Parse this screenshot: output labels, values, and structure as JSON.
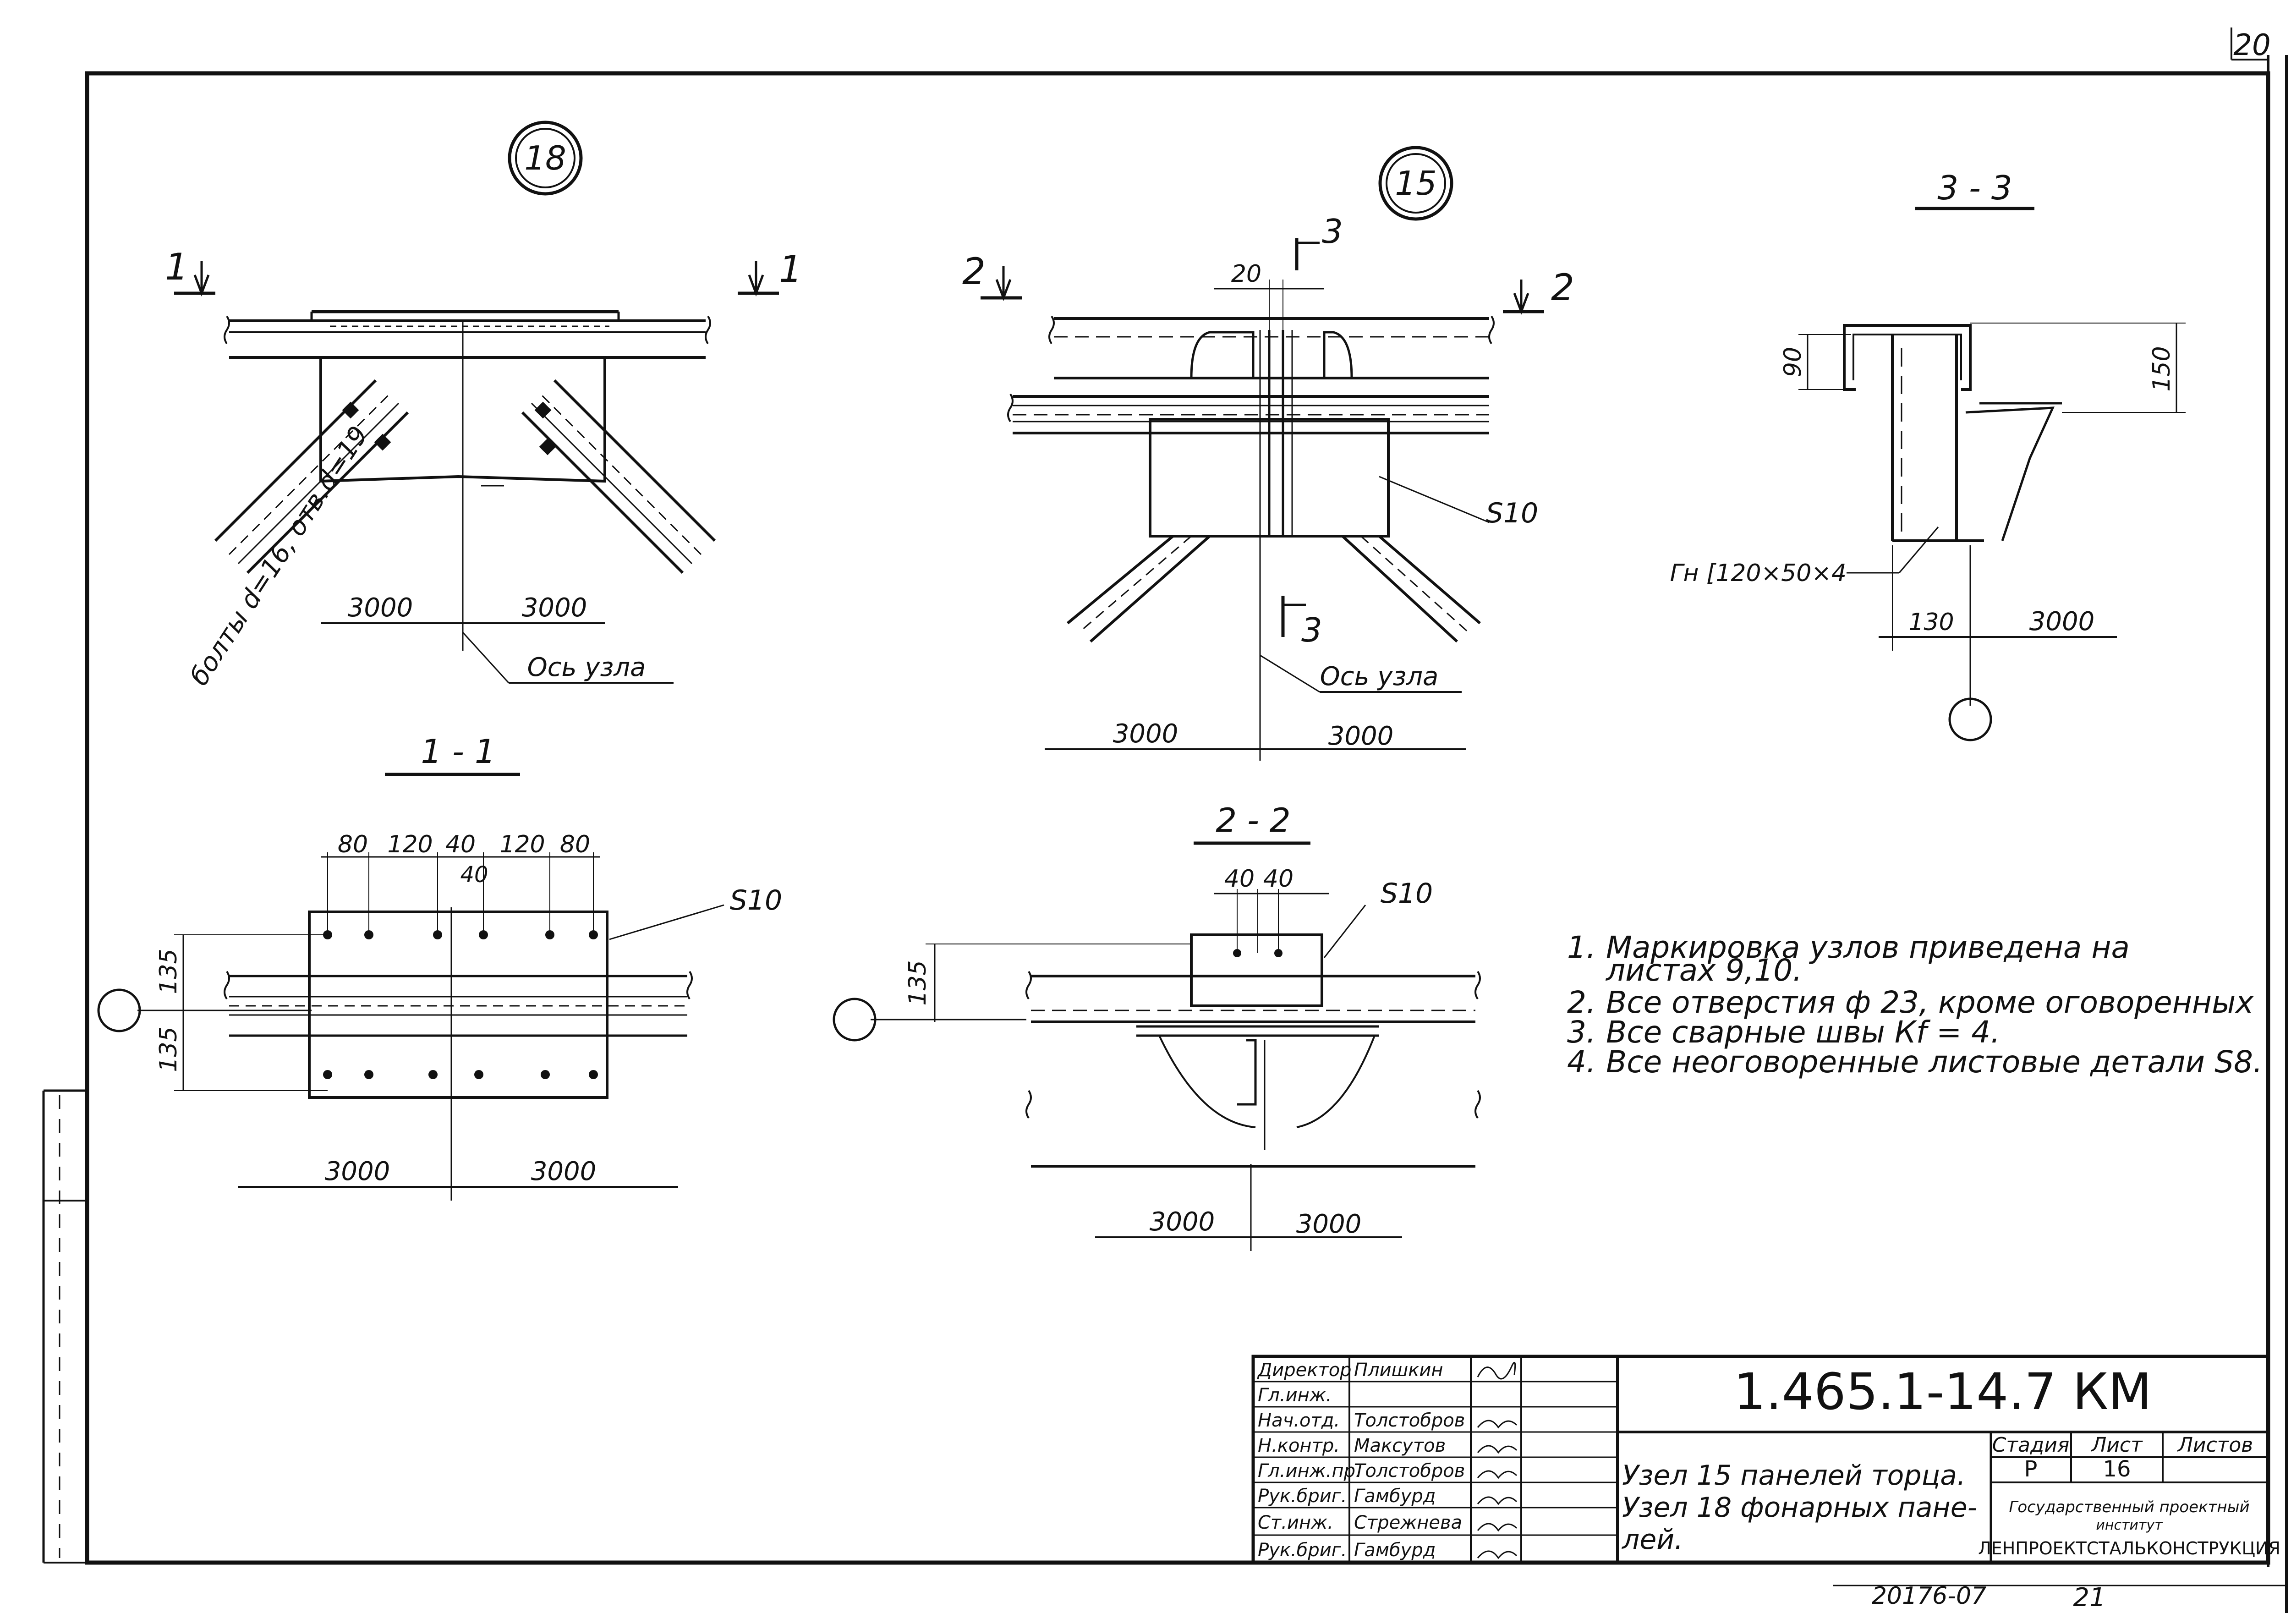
{
  "sheet_corner_number": "20",
  "bottom_code": "20176-07",
  "bottom_page": "21",
  "node_18": {
    "marker": "18",
    "cut_left": "1",
    "cut_right": "1",
    "bolts_note": "болты d=16, отв.d=19",
    "dim_left": "3000",
    "dim_right": "3000",
    "axis_label": "Ось узла"
  },
  "node_15": {
    "marker": "15",
    "cut_left": "2",
    "cut_right": "2",
    "section_top": "3",
    "section_bottom": "3",
    "dim_top": "20",
    "plate_label": "S10",
    "dim_left": "3000",
    "dim_right": "3000",
    "axis_label": "Ось узла"
  },
  "section_3_3": {
    "title": "3 - 3",
    "dim_left": "90",
    "dim_right": "150",
    "profile_label": "Гн [120×50×4",
    "dim_bottom_left": "130",
    "dim_bottom_right": "3000"
  },
  "section_1_1": {
    "title": "1 - 1",
    "top_dims": [
      "80",
      "120",
      "40",
      "120",
      "80"
    ],
    "inner_dim": "40",
    "plate_label": "S10",
    "dim_upper": "135",
    "dim_lower": "135",
    "dim_left": "3000",
    "dim_right": "3000"
  },
  "section_2_2": {
    "title": "2 - 2",
    "top_dims": [
      "40",
      "40"
    ],
    "plate_label": "S10",
    "dim_side": "135",
    "dim_left": "3000",
    "dim_right": "3000"
  },
  "notes": [
    {
      "num": "1.",
      "text": "Маркировка узлов приведена на"
    },
    {
      "num": "",
      "text": "листах 9,10."
    },
    {
      "num": "2.",
      "text": "Все отверстия ф 23, кроме оговоренных"
    },
    {
      "num": "3.",
      "text": "Все сварные швы Кf = 4."
    },
    {
      "num": "4.",
      "text": "Все неоговоренные листовые детали S8."
    }
  ],
  "title_block": {
    "signatures": [
      {
        "role": "Директор",
        "name": "Плишкин"
      },
      {
        "role": "Гл.инж.",
        "name": ""
      },
      {
        "role": "Нач.отд.",
        "name": "Толстобров"
      },
      {
        "role": "Н.контр.",
        "name": "Максутов"
      },
      {
        "role": "Гл.инж.пр.",
        "name": "Толстобров"
      },
      {
        "role": "Рук.бриг.",
        "name": "Гамбурд"
      },
      {
        "role": "Ст.инж.",
        "name": "Стрежнева"
      },
      {
        "role": "Рук.бриг.",
        "name": "Гамбурд"
      }
    ],
    "doc_code": "1.465.1-14.7 КМ",
    "description": [
      "Узел 15 панелей торца.",
      "Узел 18 фонарных пане-",
      "лей."
    ],
    "stage_header": "Стадия",
    "sheet_header": "Лист",
    "sheets_header": "Листов",
    "stage": "Р",
    "sheet": "16",
    "sheets": "",
    "org_line1": "Государственный проектный",
    "org_line2": "институт",
    "org_name": "ЛЕНПРОЕКТСТАЛЬКОНСТРУКЦИЯ"
  }
}
